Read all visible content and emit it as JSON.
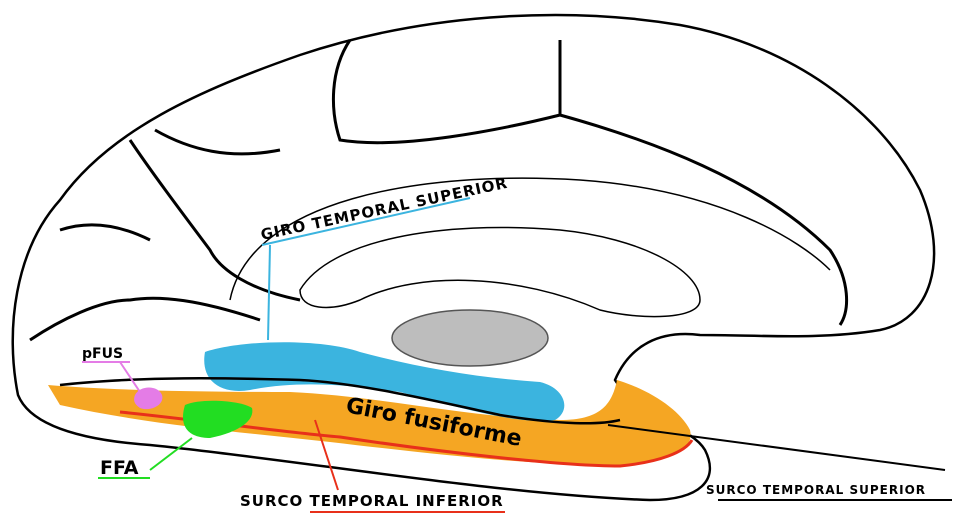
{
  "labels": {
    "sts_top": "GIRO TEMPORAL SUPERIOR",
    "giro_fusiforme": "Giro fusiforme",
    "pfus": "pFUS",
    "ffa": "FFA",
    "surco_inferior": "SURCO TEMPORAL INFERIOR",
    "surco_superior": "SURCO TEMPORAL SUPERIOR"
  },
  "colors": {
    "superior_temporal": "#3BB4DF",
    "fusiform": "#F5A623",
    "pfus_region": "#E47CE6",
    "ffa_region": "#22DD22",
    "inferior_sulcus_line": "#E8301A",
    "thalamus": "#BDBDBD"
  }
}
